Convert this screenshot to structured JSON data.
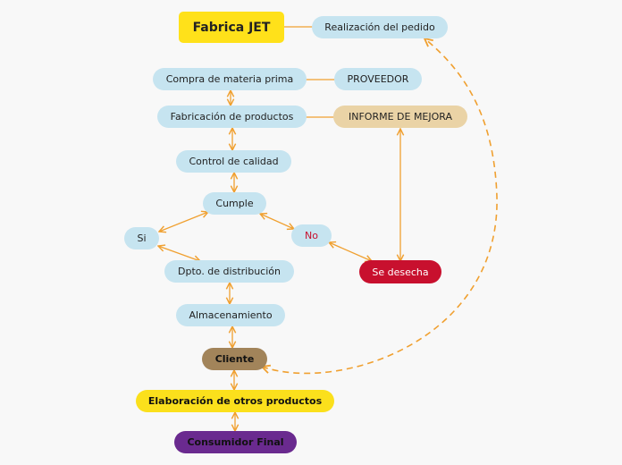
{
  "diagram": {
    "title": "Fabrica JET",
    "nodes": {
      "realizacion": "Realización del pedido",
      "compra": "Compra de materia prima",
      "proveedor": "PROVEEDOR",
      "fabricacion": "Fabricación de productos",
      "informe": "INFORME DE MEJORA",
      "control": "Control de calidad",
      "cumple": "Cumple",
      "si": "Si",
      "no": "No",
      "dpto": "Dpto. de distribución",
      "desecha": "Se desecha",
      "almacenamiento": "Almacenamiento",
      "cliente": "Cliente",
      "elaboracion": "Elaboración de otros productos",
      "consumidor": "Consumidor Final"
    },
    "colors": {
      "connector": "#f0a030",
      "node_blue": "#c6e4f0",
      "title_yellow": "#ffe11a",
      "informe_tan": "#ead3a6",
      "desecha_red": "#c8102e",
      "cliente_brown": "#a2845a",
      "elaboracion_yellow": "#fbe01c",
      "consumidor_purple": "#6a2a8f"
    }
  }
}
